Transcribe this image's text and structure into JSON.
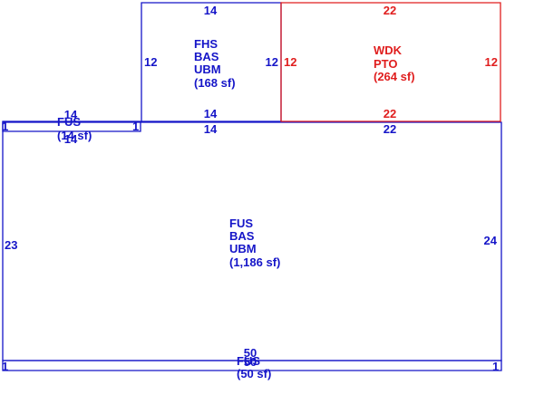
{
  "colors": {
    "blue": "#1515c8",
    "red": "#e01e1e",
    "background": "#ffffff"
  },
  "areas": [
    {
      "id": "fhs",
      "color": "blue",
      "lines": [
        "FHS",
        "BAS",
        "UBM",
        "(168 sf)"
      ],
      "dimensions": {
        "top": "14",
        "bottom": "14",
        "left": "12",
        "right": "12"
      }
    },
    {
      "id": "wdk",
      "color": "red",
      "lines": [
        "WDK",
        "PTO",
        "(264 sf)"
      ],
      "dimensions": {
        "top": "22",
        "bottom": "22",
        "left": "12",
        "right": "12"
      }
    },
    {
      "id": "main",
      "color": "blue",
      "lines": [
        "FUS",
        "BAS",
        "UBM",
        "(1,186 sf)"
      ],
      "dimensions": {
        "top_left": "14",
        "top_right": "22",
        "left": "23",
        "right": "24"
      }
    },
    {
      "id": "fus-small",
      "color": "blue",
      "lines": [
        "FUS",
        "(14 sf)"
      ],
      "dimensions": {
        "top": "14",
        "bottom": "14",
        "left": "1",
        "right": "1"
      }
    },
    {
      "id": "fus-bottom",
      "color": "blue",
      "lines": [
        "FUS",
        "(50 sf)"
      ],
      "dimensions": {
        "top": "50",
        "bottom": "50",
        "left": "1",
        "right": "1"
      }
    }
  ]
}
